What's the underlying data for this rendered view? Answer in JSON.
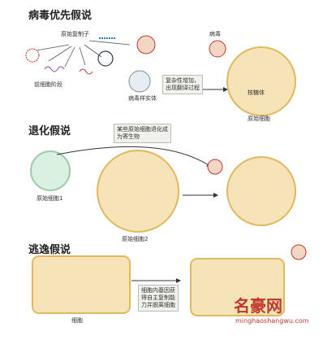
{
  "sections": {
    "virus_first": {
      "title": "病毒优先假说",
      "replicon": "原始复制子",
      "precell": "前细胞阶段",
      "virus_like": "病毒样实体",
      "virus": "病毒",
      "box": "复杂性增加，\n出现翻译过程",
      "ribosome": "核糖体",
      "protocell": "原始细胞"
    },
    "regression": {
      "title": "退化假说",
      "note": "某些原始细胞退化成\n为寄生物",
      "cell1": "原始细胞1",
      "cell2": "原始细胞2"
    },
    "escape": {
      "title": "逃逸假说",
      "box": "细胞内基因获\n得自主复制能\n力并脱离细胞",
      "cell": "细胞"
    }
  },
  "watermark": {
    "name": "名豪网",
    "url": "minghaoshangwu.com"
  }
}
